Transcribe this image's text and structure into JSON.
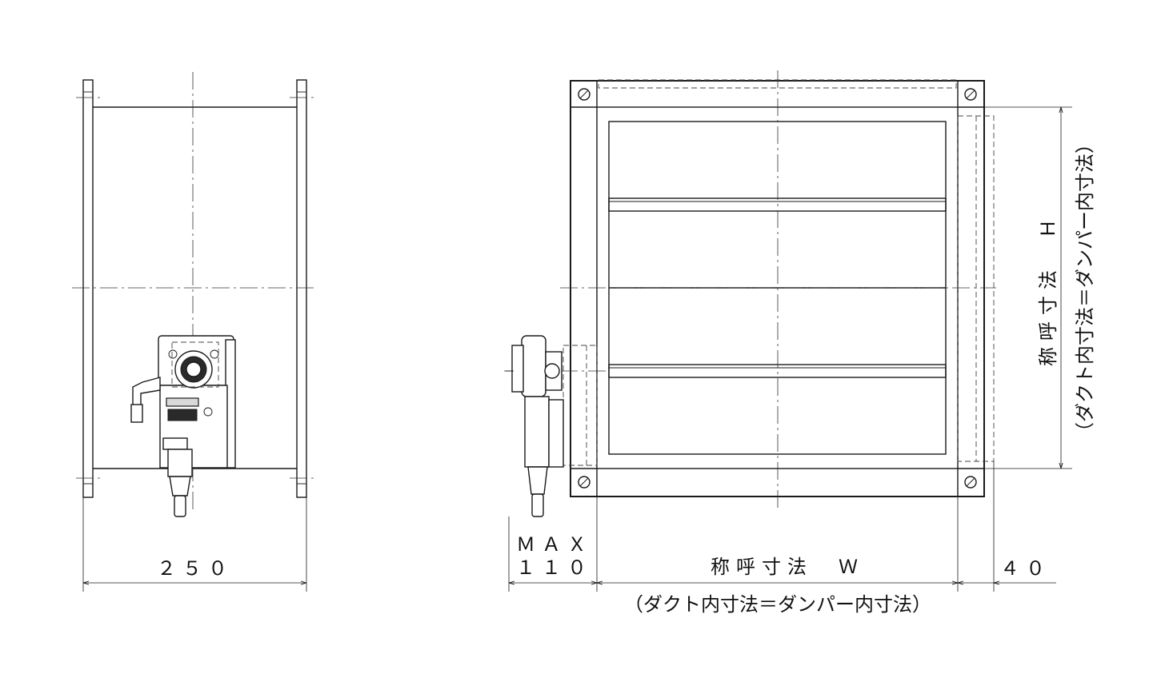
{
  "labels": {
    "side_width": "２５０",
    "max_line1": "ＭＡＸ",
    "max_line2": "１１０",
    "nominal_w": "称呼寸法　Ｗ",
    "flange": "４０",
    "inner_w": "（ダクト内寸法＝ダンパー内寸法）",
    "nominal_h": "称呼寸法　Ｈ",
    "inner_h": "（ダクト内寸法＝ダンパー内寸法）"
  }
}
